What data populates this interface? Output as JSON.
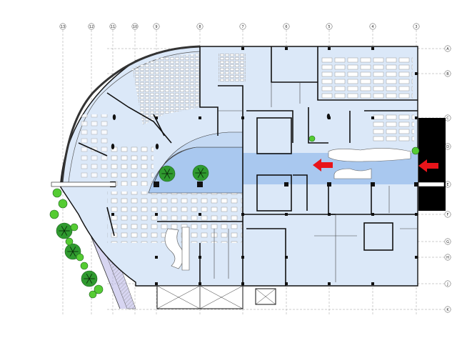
{
  "plan": {
    "column_labels": [
      "13",
      "12",
      "11",
      "10",
      "9",
      "8",
      "7",
      "6",
      "5",
      "4",
      "3"
    ],
    "row_labels": [
      "A",
      "B",
      "C",
      "D",
      "E",
      "F",
      "G",
      "H",
      "J",
      "K"
    ]
  },
  "colors": {
    "floor_fill": "#dbe8f8",
    "atrium_fill": "#a9c8ef",
    "wall": "#111111",
    "grid_line": "#9a9a9a",
    "arrow": "#e8141a",
    "tree": "#2f9a2f",
    "tree_light": "#55cc33",
    "walkway": "#b7b2e6",
    "entrance_block": "#000000"
  },
  "icons": {
    "entry_arrow": "left-arrow-icon",
    "tree": "tree-icon"
  }
}
